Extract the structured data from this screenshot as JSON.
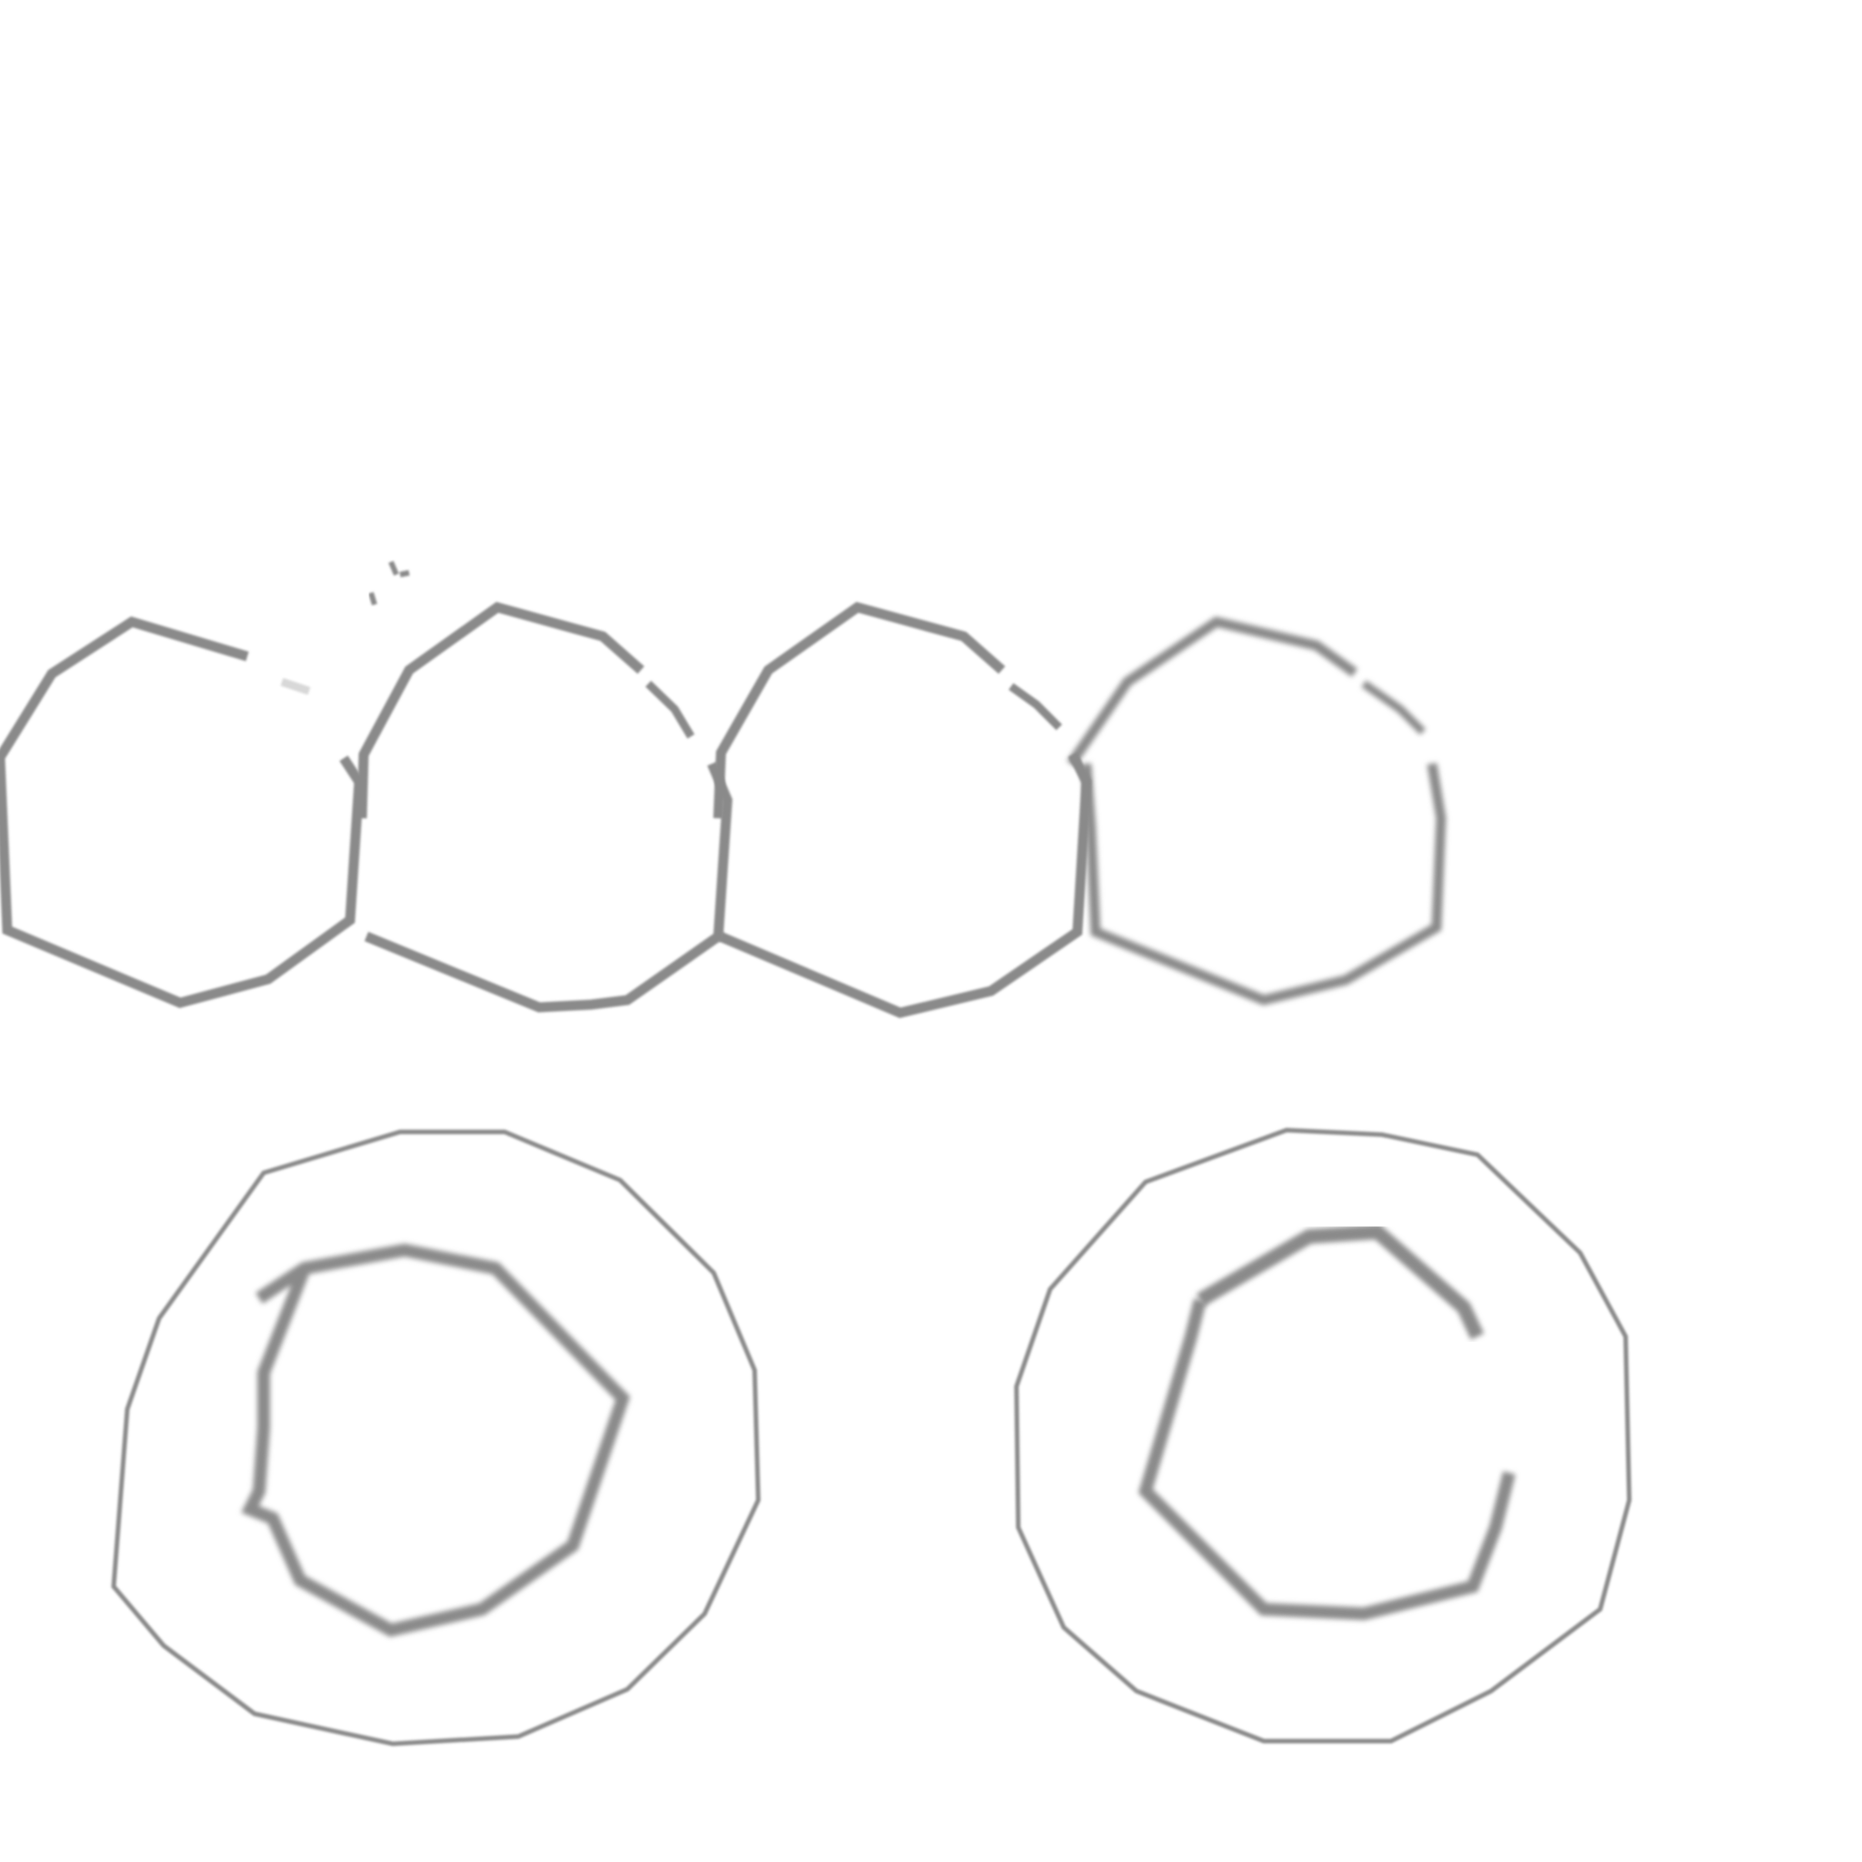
{
  "palette": {
    "background": "#ffffff",
    "outline": "#8a8a8a",
    "highlight": "#e6e6e6"
  },
  "shapes": {
    "top_row": [
      {
        "name": "polygon-outline-1",
        "kind": "polygon-outline"
      },
      {
        "name": "polygon-outline-2",
        "kind": "polygon-outline"
      },
      {
        "name": "polygon-outline-3",
        "kind": "polygon-outline"
      },
      {
        "name": "polygon-outline-4",
        "kind": "polygon-outline"
      }
    ],
    "bottom_row": [
      {
        "name": "ring-outline-left",
        "kind": "concentric-polygon-ring"
      },
      {
        "name": "ring-outline-right",
        "kind": "concentric-polygon-ring"
      }
    ]
  }
}
